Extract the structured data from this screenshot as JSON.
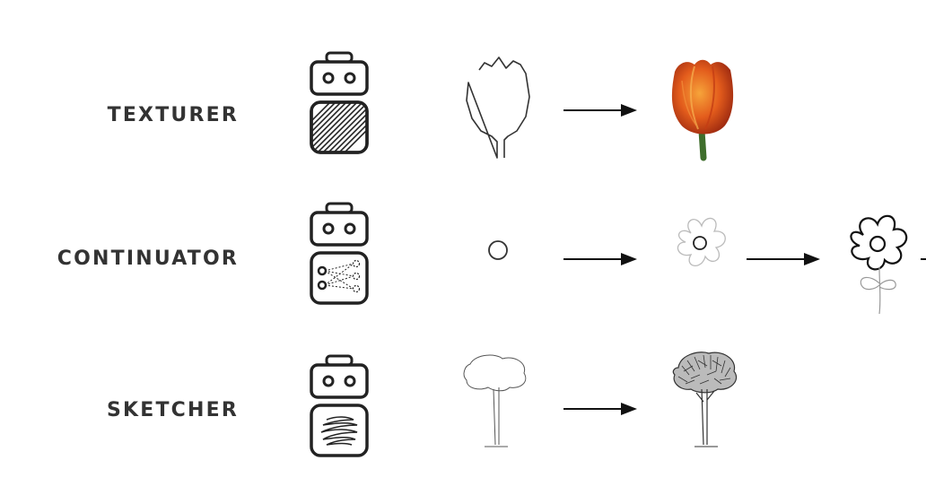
{
  "rows": [
    {
      "label": "TEXTURER",
      "robot_icon": "texture-hatch-robot-icon",
      "steps": [
        "tulip-sketch",
        "tulip-photo"
      ]
    },
    {
      "label": "CONTINUATOR",
      "robot_icon": "neural-network-robot-icon",
      "steps": [
        "circle-sketch",
        "partial-flower-sketch",
        "completed-flower-sketch"
      ]
    },
    {
      "label": "SKETCHER",
      "robot_icon": "scribble-robot-icon",
      "steps": [
        "tree-outline-sketch",
        "detailed-tree-sketch"
      ]
    }
  ],
  "colors": {
    "ink": "#333333",
    "tulip": "#e0551b",
    "stem": "#3f6e2c"
  }
}
